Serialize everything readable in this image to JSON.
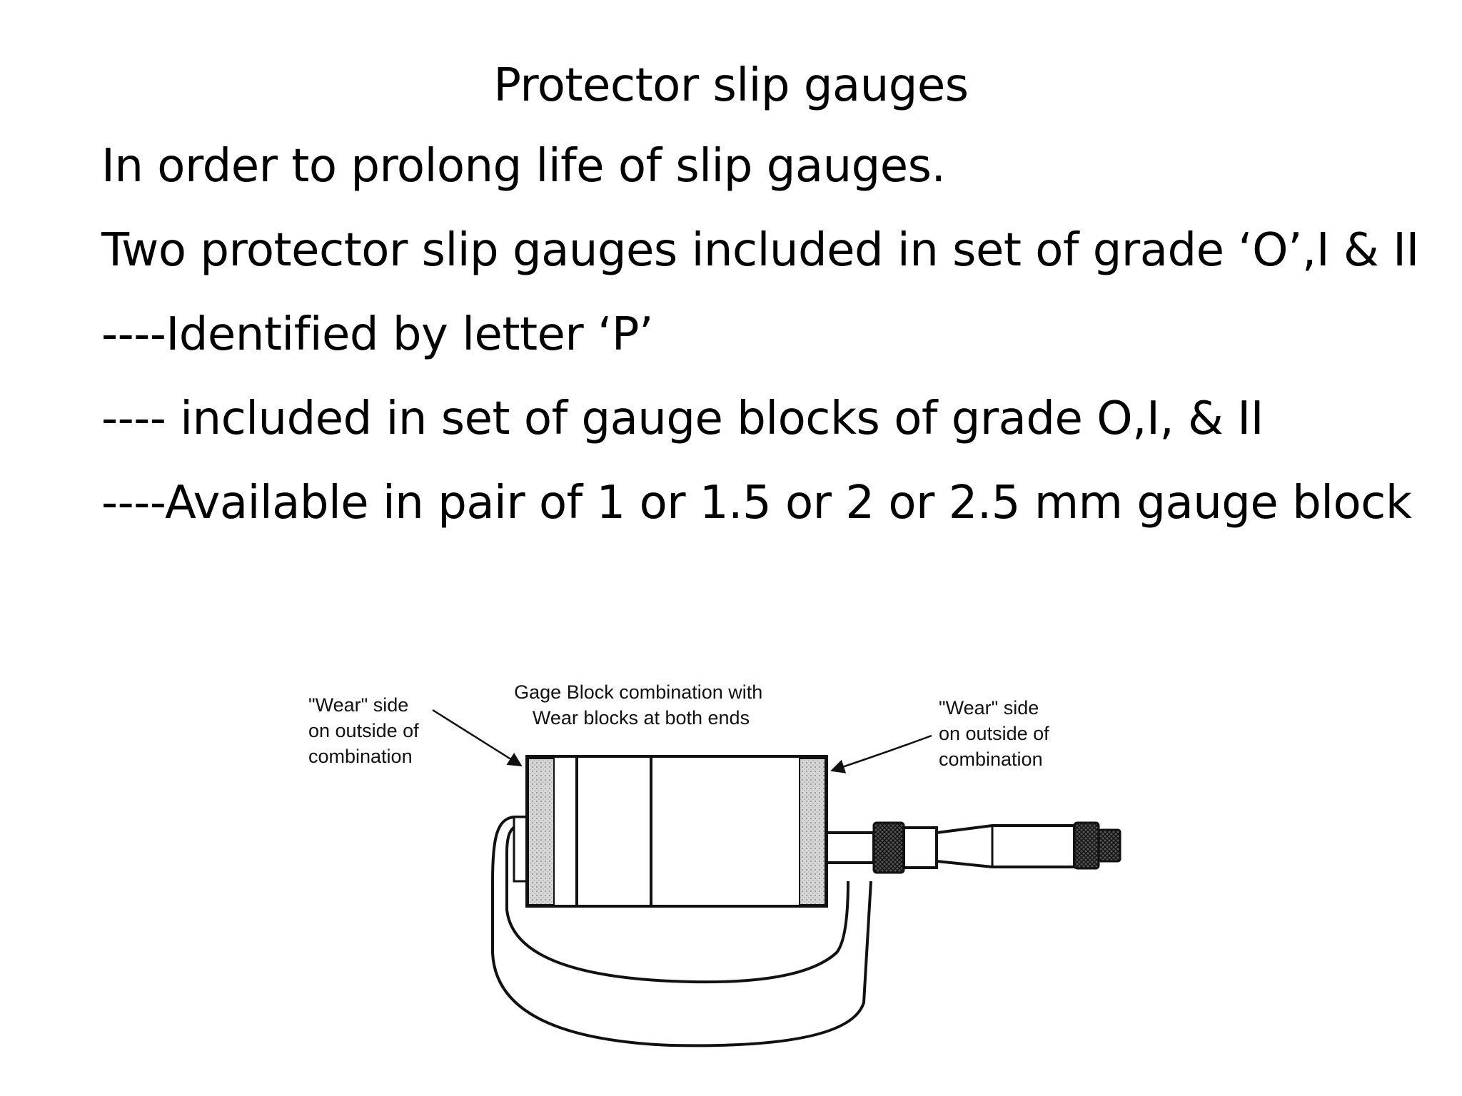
{
  "slide": {
    "title": "Protector slip gauges",
    "bullets": [
      "In order to prolong life of slip gauges.",
      "Two protector slip gauges included in set of grade ‘O’,I & II",
      "----Identified by letter ‘P’",
      "---- included in set of gauge blocks of grade O,I, & II",
      "----Available in pair of 1 or 1.5 or 2 or 2.5 mm gauge block"
    ]
  },
  "figure": {
    "left_label": [
      "\"Wear\" side",
      "on outside of",
      "combination"
    ],
    "center_label": [
      "Gage Block combination with",
      "Wear blocks at both ends"
    ],
    "right_label": [
      "\"Wear\" side",
      "on outside of",
      "combination"
    ]
  }
}
